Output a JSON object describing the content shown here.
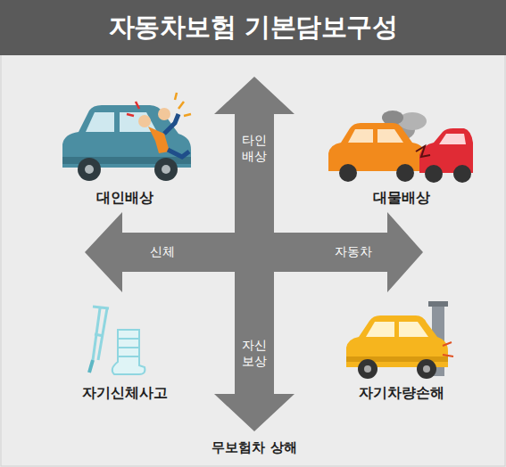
{
  "diagram": {
    "title": "자동차보험 기본담보구성",
    "labels": [
      "대인배상",
      "타인 배상",
      "대물배상",
      "신체",
      "자동차",
      "자기신체사고",
      "자신 보상",
      "자기차량손해",
      "무보험차 상해"
    ]
  }
}
